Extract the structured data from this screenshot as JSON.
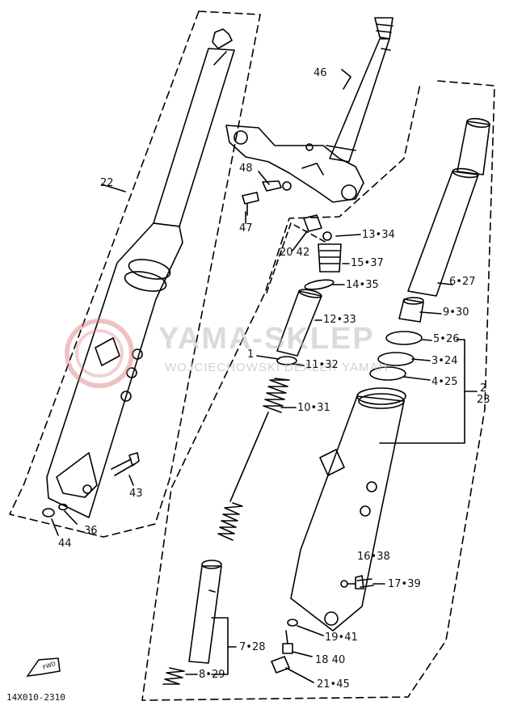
{
  "diagram": {
    "code": "14X010-2310",
    "fwd_icon": "FWD",
    "watermark": {
      "title": "YAMA-SKLEP",
      "subtitle": "WOJCIECHOWSKI DEALER YAMAH"
    },
    "labels": {
      "p46": "46",
      "p22": "22",
      "p48": "48",
      "p47": "47",
      "p13_34": "13•34",
      "p20_42": "20 42",
      "p15_37": "15•37",
      "p14_35": "14•35",
      "p12_33": "12•33",
      "p1": "1",
      "p11_32": "11•32",
      "p10_31": "10•31",
      "p6_27": "6•27",
      "p9_30": "9•30",
      "p5_26": "5•26",
      "p3_24": "3•24",
      "p4_25": "4•25",
      "p2": "2",
      "p23": "23",
      "p43": "43",
      "p36": "36",
      "p44": "44",
      "p16_38": "16•38",
      "p17_39": "17•39",
      "p19_41": "19•41",
      "p18_40": "18 40",
      "p7_28": "7•28",
      "p8_29": "8•29",
      "p21_45": "21•45"
    }
  }
}
